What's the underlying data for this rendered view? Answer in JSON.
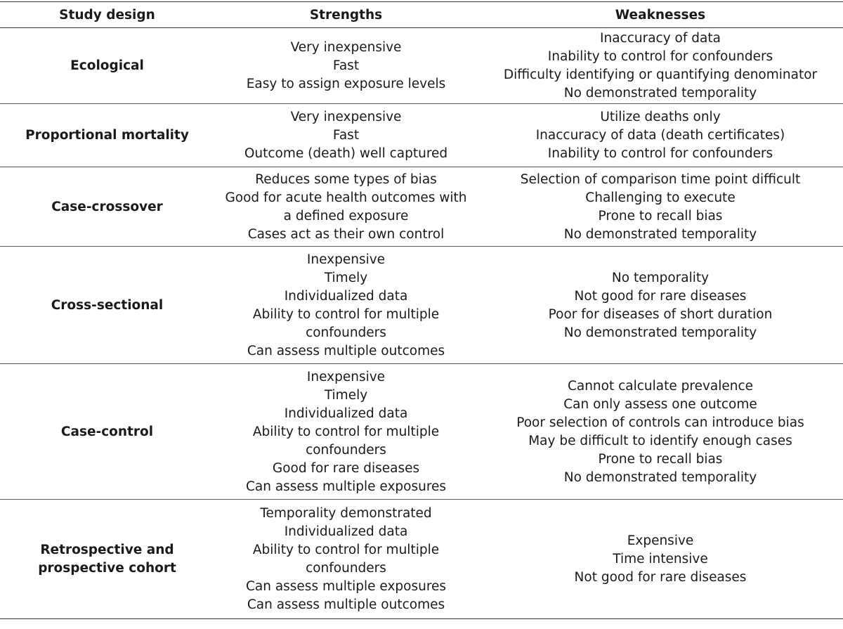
{
  "headers": {
    "design": "Study design",
    "strengths": "Strengths",
    "weaknesses": "Weaknesses"
  },
  "rows": [
    {
      "design": "Ecological",
      "strengths": [
        "Very inexpensive",
        "Fast",
        "Easy to assign exposure levels"
      ],
      "weaknesses": [
        "Inaccuracy of data",
        "Inability to control for confounders",
        "Difficulty identifying or quantifying denominator",
        "No demonstrated temporality"
      ]
    },
    {
      "design": "Proportional mortality",
      "strengths": [
        "Very inexpensive",
        "Fast",
        "Outcome (death) well captured"
      ],
      "weaknesses": [
        "Utilize deaths only",
        "Inaccuracy of data (death certificates)",
        "Inability to control for confounders"
      ]
    },
    {
      "design": "Case-crossover",
      "strengths": [
        "Reduces some types of bias",
        "Good for acute health outcomes with a defined exposure",
        "Cases act as their own control"
      ],
      "weaknesses": [
        "Selection of comparison time point difficult",
        "Challenging to execute",
        "Prone to recall bias",
        "No demonstrated temporality"
      ]
    },
    {
      "design": "Cross-sectional",
      "strengths": [
        "Inexpensive",
        "Timely",
        "Individualized data",
        "Ability to control for multiple confounders",
        "Can assess multiple outcomes"
      ],
      "weaknesses": [
        "No temporality",
        "Not good for rare diseases",
        "Poor for diseases of short duration",
        "No demonstrated temporality"
      ]
    },
    {
      "design": "Case-control",
      "strengths": [
        "Inexpensive",
        "Timely",
        "Individualized data",
        "Ability to control for multiple confounders",
        "Good for rare diseases",
        "Can assess multiple exposures"
      ],
      "weaknesses": [
        "Cannot calculate prevalence",
        "Can only assess one outcome",
        "Poor selection of controls can introduce bias",
        "May be difficult to identify enough cases",
        "Prone to recall bias",
        "No demonstrated temporality"
      ]
    },
    {
      "design": "Retrospective and prospective cohort",
      "strengths": [
        "Temporality demonstrated",
        "Individualized data",
        "Ability to control for multiple confounders",
        "Can assess multiple exposures",
        "Can assess multiple outcomes"
      ],
      "weaknesses": [
        "Expensive",
        "Time intensive",
        "Not good for rare diseases"
      ]
    }
  ]
}
